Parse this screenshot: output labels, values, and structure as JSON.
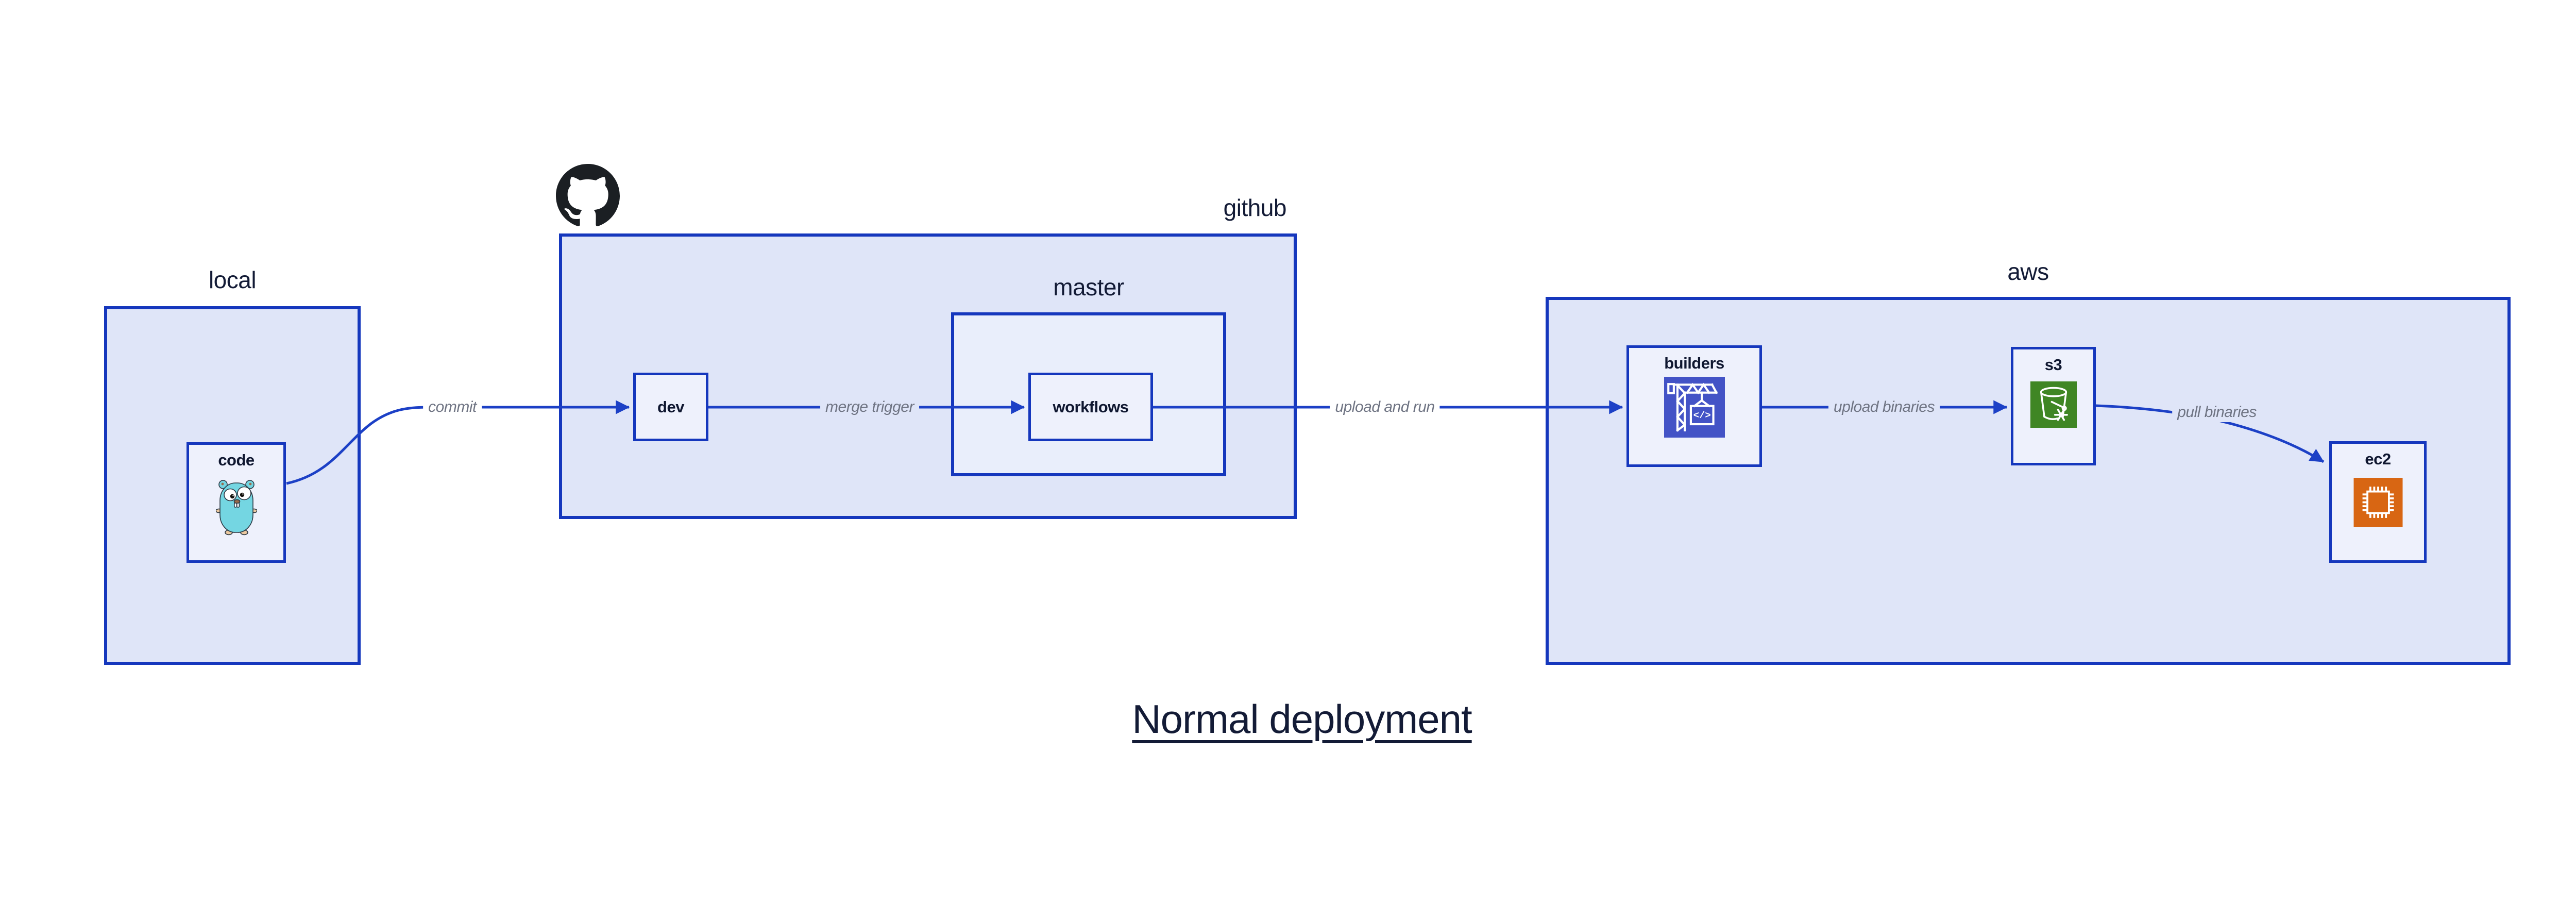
{
  "diagram": {
    "title": "Normal deployment",
    "containers": {
      "local": "local",
      "github": "github",
      "master": "master",
      "aws": "aws"
    },
    "nodes": {
      "code": "code",
      "dev": "dev",
      "workflows": "workflows",
      "builders": "builders",
      "s3": "s3",
      "ec2": "ec2"
    },
    "edges": {
      "commit": "commit",
      "merge_trigger": "merge trigger",
      "upload_and_run": "upload and run",
      "upload_binaries": "upload binaries",
      "pull_binaries": "pull binaries"
    },
    "icons": {
      "code": "go-gopher-icon",
      "github": "github-octocat-icon",
      "builders": "crane-build-icon",
      "s3": "s3-bucket-snowflake-icon",
      "ec2": "ec2-chip-icon"
    },
    "icon_code_text": "</>",
    "colors": {
      "box_border_blue": "#1537bd",
      "edge_blue": "#1c40c6",
      "container_fill": "#dfe5f8",
      "master_fill": "#e9eefb",
      "node_fill": "#eef1fc",
      "label_navy": "#131b36",
      "node_label_navy": "#0f1730",
      "edge_label_gray": "#6e7382",
      "builders_icon_bg": "#4353c6",
      "s3_icon_bg": "#3f8624",
      "ec2_icon_bg": "#d86613",
      "gopher_teal": "#74d6e2",
      "github_black": "#1b1f23",
      "page_bg": "#ffffff"
    }
  }
}
